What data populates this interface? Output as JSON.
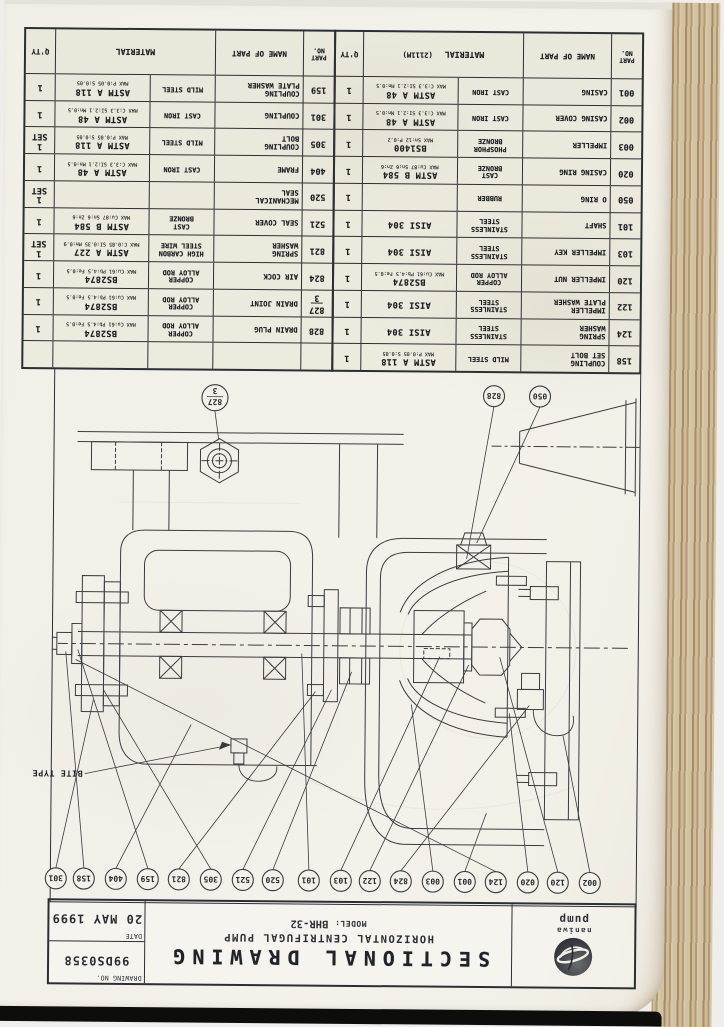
{
  "logo": {
    "brand_top": "naniwa",
    "brand_bottom": "pump",
    "emblem": "naniwa-pump-globe-swoosh"
  },
  "title_block": {
    "title": "SECTIONAL DRAWING",
    "subtitle": "HORIZONTAL CENTRIFUGAL PUMP",
    "model_label": "MODEL:",
    "model_value": "BHR-32",
    "drawing_no_label": "DRAWING NO.",
    "drawing_no": "99DS0358",
    "date_label": "DATE",
    "date": "20 MAY 1999"
  },
  "drawing": {
    "note": "BITE TYPE",
    "top_balloons": [
      "002",
      "120",
      "020",
      "124",
      "001",
      "003",
      "824",
      "122",
      "103",
      "101",
      "520",
      "521",
      "305",
      "821",
      "159",
      "404",
      "158",
      "301"
    ],
    "bottom_balloons": [
      "050",
      "828",
      "827/3"
    ]
  },
  "parts_table": {
    "col_headers": {
      "part_no": [
        "PART",
        "NO."
      ],
      "name": "NAME OF PART",
      "material": "MATERIAL",
      "qty": "Q'TY"
    },
    "left_material_note": "(2111M)",
    "left_rows": [
      {
        "no": "158",
        "name": [
          "COUPLING",
          "SET BOLT"
        ],
        "mat": [
          "MILD STEEL"
        ],
        "spec": "ASTM A 118",
        "max": "MAX P:0.05 S:0.05",
        "qty": [
          "1"
        ]
      },
      {
        "no": "124",
        "name": [
          "SPRING",
          "WASHER"
        ],
        "mat": [
          "STAINLESS",
          "STEEL"
        ],
        "spec": "AISI 304",
        "max": "",
        "qty": [
          "1"
        ]
      },
      {
        "no": "122",
        "name": [
          "IMPELLER",
          "PLATE WASHER"
        ],
        "mat": [
          "STAINLESS",
          "STEEL"
        ],
        "spec": "AISI 304",
        "max": "",
        "qty": [
          "1"
        ]
      },
      {
        "no": "120",
        "name": [
          "IMPELLER NUT"
        ],
        "mat": [
          "COPPER",
          "ALLOY ROD"
        ],
        "spec": "BS2874",
        "max": "MAX Cu:61 Pb:4.5 Fe:0.5",
        "qty": [
          "1"
        ]
      },
      {
        "no": "103",
        "name": [
          "IMPELLER KEY"
        ],
        "mat": [
          "STAINLESS",
          "STEEL"
        ],
        "spec": "AISI 304",
        "max": "",
        "qty": [
          "1"
        ]
      },
      {
        "no": "101",
        "name": [
          "SHAFT"
        ],
        "mat": [
          "STAINLESS",
          "STEEL"
        ],
        "spec": "AISI 304",
        "max": "",
        "qty": [
          "1"
        ]
      },
      {
        "no": "050",
        "name": [
          "O RING"
        ],
        "mat": [
          "RUBBER"
        ],
        "spec": "",
        "max": "",
        "qty": [
          "1"
        ]
      },
      {
        "no": "020",
        "name": [
          "CASING RING"
        ],
        "mat": [
          "CAST",
          "BRONZE"
        ],
        "spec": "ASTM B 584",
        "max": "MAX Cu:87 Sn:6 Zn:6",
        "qty": [
          "1"
        ]
      },
      {
        "no": "003",
        "name": [
          "IMPELLER"
        ],
        "mat": [
          "PHOSPHOR",
          "BRONZE"
        ],
        "spec": "BS1400",
        "max": "MAX Sn:12 P:0.2",
        "qty": [
          "1"
        ]
      },
      {
        "no": "002",
        "name": [
          "CASING COVER"
        ],
        "mat": [
          "CAST IRON"
        ],
        "spec": "ASTM A 48",
        "max": "MAX C:3.3 SI:2.1 Mn:0.5",
        "qty": [
          "1"
        ]
      },
      {
        "no": "001",
        "name": [
          "CASING"
        ],
        "mat": [
          "CAST IRON"
        ],
        "spec": "ASTM A 48",
        "max": "MAX C:3.3 SI:2.1 Mn:0.5",
        "qty": [
          "1"
        ]
      }
    ],
    "right_rows": [
      {
        "no": "",
        "name": [],
        "mat": [],
        "spec": "",
        "max": "",
        "qty": []
      },
      {
        "no": "828",
        "name": [
          "DRAIN PLUG"
        ],
        "mat": [
          "COPPER",
          "ALLOY ROD"
        ],
        "spec": "BS2874",
        "max": "MAX Cu:61 Pb:4.5 Fe:0.5",
        "qty": [
          "1"
        ]
      },
      {
        "no": "827/3",
        "name": [
          "DRAIN JOINT"
        ],
        "mat": [
          "COPPER",
          "ALLOY ROD"
        ],
        "spec": "BS2874",
        "max": "MAX Cu:61 Pb:4.5 Fe:0.5",
        "qty": [
          "1"
        ]
      },
      {
        "no": "824",
        "name": [
          "AIR COCK"
        ],
        "mat": [
          "COPPER",
          "ALLOY ROD"
        ],
        "spec": "BS2874",
        "max": "MAX Cu:61 Pb:4.5 Fe:0.5",
        "qty": [
          "1"
        ]
      },
      {
        "no": "821",
        "name": [
          "SPRING",
          "WASHER"
        ],
        "mat": [
          "HIGH CARBON",
          "STEEL WIRE"
        ],
        "spec": "ASTM A 227",
        "max": "MAX C:0.85 SI:0.35 Mn:0.9",
        "qty": [
          "1",
          "SET"
        ]
      },
      {
        "no": "521",
        "name": [
          "SEAL COVER"
        ],
        "mat": [
          "CAST",
          "BRONZE"
        ],
        "spec": "ASTM B 584",
        "max": "MAX Cu:87 Sn:6 Zn:6",
        "qty": [
          "1"
        ]
      },
      {
        "no": "520",
        "name": [
          "MECHANICAL",
          "SEAL"
        ],
        "mat": [],
        "spec": "",
        "max": "",
        "qty": [
          "1",
          "SET"
        ]
      },
      {
        "no": "404",
        "name": [
          "FRAME"
        ],
        "mat": [
          "CAST IRON"
        ],
        "spec": "ASTM A 48",
        "max": "MAX C:3.3 SI:2.1 Mn:0.5",
        "qty": [
          "1"
        ]
      },
      {
        "no": "305",
        "name": [
          "COUPLING",
          "BOLT"
        ],
        "mat": [
          "MILD STEEL"
        ],
        "spec": "ASTM A 118",
        "max": "MAX P:0.05 S:0.05",
        "qty": [
          "1",
          "SET"
        ]
      },
      {
        "no": "301",
        "name": [
          "COUPLING"
        ],
        "mat": [
          "CAST IRON"
        ],
        "spec": "ASTM A 48",
        "max": "MAX C:3.3 SI:2.1 Mn:0.5",
        "qty": [
          "1"
        ]
      },
      {
        "no": "159",
        "name": [
          "COUPLING",
          "PLATE WASHER"
        ],
        "mat": [
          "MILD STEEL"
        ],
        "spec": "ASTM A 118",
        "max": "MAX P:0.05 S:0.05",
        "qty": [
          "1"
        ]
      }
    ]
  }
}
